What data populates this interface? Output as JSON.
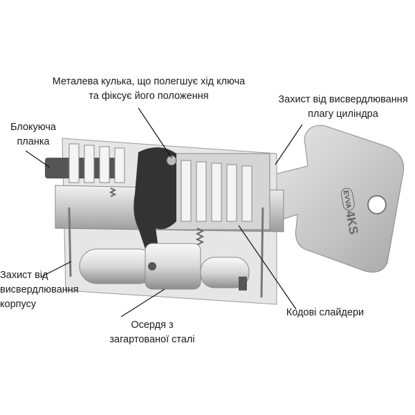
{
  "labels": {
    "ball": {
      "line1": "Металева кулька, що полегшує хід ключа",
      "line2": "та фіксує його положення"
    },
    "plug_drill": {
      "line1": "Захист від висвердлювання",
      "line2": "плагу циліндра"
    },
    "blocking_bar": {
      "line1": "Блокуюча",
      "line2": "планка"
    },
    "housing_drill": {
      "line1": "Захист від",
      "line2": "висвердлювання",
      "line3": "корпусу"
    },
    "core": {
      "line1": "Осердя з",
      "line2": "загартованої сталі"
    },
    "sliders": {
      "line1": "Кодові слайдери"
    }
  },
  "key_logo": {
    "brand": "EVVA",
    "model": "4KS"
  }
}
